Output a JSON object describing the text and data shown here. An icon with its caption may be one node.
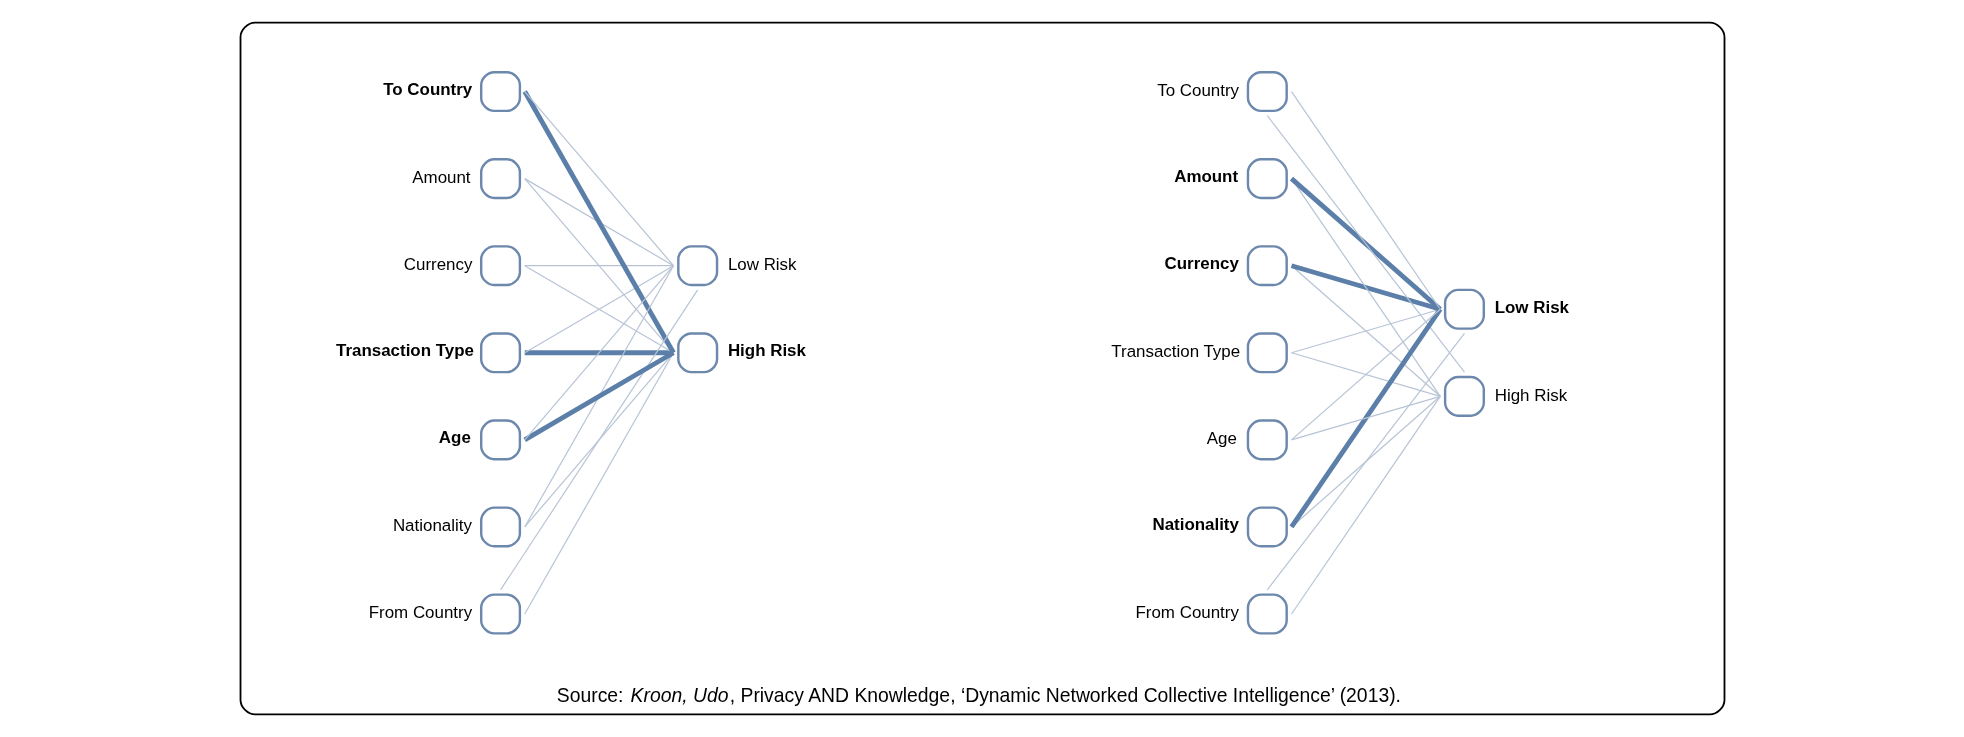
{
  "diagram": {
    "nodes": [
      {
        "text": [
          "Source: *Kroon, Udo*, Privacy AND Knowledge, ‘Dynamic Networked Collective Intelligence’ (2013)."
        ]
      },
      {
        "text": [],
        "shape": "circle",
        "beside": [
          "Transaction Type"
        ],
        "in": 0
      },
      {
        "text": [],
        "shape": "circle",
        "beside": [
          "Currency"
        ],
        "in": 0
      },
      {
        "text": [],
        "shape": "circle",
        "beside": [
          "Amount"
        ],
        "in": 0
      },
      {
        "text": [],
        "shape": "circle",
        "beside": [
          "To Country"
        ],
        "in": 0
      },
      {
        "text": [],
        "shape": "circle",
        "beside": [
          "From Country"
        ],
        "in": 0
      },
      {
        "text": [],
        "shape": "circle",
        "beside": [
          "Nationality"
        ],
        "in": 0
      },
      {
        "text": [],
        "shape": "circle",
        "beside": [
          "Age"
        ],
        "in": 0
      },
      {
        "text": [],
        "shape": "circle",
        "beside": [
          "High Risk"
        ],
        "in": 0
      },
      {
        "text": [],
        "shape": "circle",
        "beside": [
          "Low Risk"
        ],
        "in": 0
      },
      {
        "text": [],
        "shape": "circle",
        "beside": [
          "Transaction Type"
        ],
        "in": 0
      },
      {
        "text": [],
        "shape": "circle",
        "beside": [
          "Currency"
        ],
        "in": 0
      },
      {
        "text": [],
        "shape": "circle",
        "beside": [
          "Amount"
        ],
        "in": 0
      },
      {
        "text": [],
        "shape": "circle",
        "beside": [
          "To Country"
        ],
        "in": 0
      },
      {
        "text": [],
        "shape": "circle",
        "beside": [
          "From Country"
        ],
        "in": 0
      },
      {
        "text": [],
        "shape": "circle",
        "beside": [
          "Nationality"
        ],
        "in": 0
      },
      {
        "text": [],
        "shape": "circle",
        "beside": [
          "Age"
        ],
        "in": 0
      },
      {
        "text": [],
        "shape": "circle",
        "beside": [
          "High Risk"
        ],
        "in": 0
      },
      {
        "text": [],
        "shape": "circle",
        "beside": [
          "Low Risk"
        ],
        "in": 0
      }
    ],
    "edges": [
      {
        "from": 1,
        "to": 8,
        "arrow": "none",
        "style": "thick",
        "color": "#5b7fa8"
      },
      {
        "from": 1,
        "to": 9,
        "arrow": "none"
      },
      {
        "from": 2,
        "to": 8,
        "arrow": "none"
      },
      {
        "from": 2,
        "to": 9,
        "arrow": "none"
      },
      {
        "from": 3,
        "to": 8,
        "arrow": "none"
      },
      {
        "from": 3,
        "to": 9,
        "arrow": "none"
      },
      {
        "from": 4,
        "to": 8,
        "arrow": "none",
        "style": "thick",
        "color": "#5b7fa8"
      },
      {
        "from": 4,
        "to": 9,
        "arrow": "none"
      },
      {
        "from": 5,
        "to": 8,
        "arrow": "none"
      },
      {
        "from": 5,
        "to": 9,
        "arrow": "none"
      },
      {
        "from": 6,
        "to": 8,
        "arrow": "none"
      },
      {
        "from": 6,
        "to": 9,
        "arrow": "none"
      },
      {
        "from": 7,
        "to": 8,
        "arrow": "none",
        "style": "thick",
        "color": "#5b7fa8"
      },
      {
        "from": 7,
        "to": 9,
        "arrow": "none"
      },
      {
        "from": 10,
        "to": 17,
        "arrow": "none"
      },
      {
        "from": 10,
        "to": 18,
        "arrow": "none"
      },
      {
        "from": 11,
        "to": 17,
        "arrow": "none"
      },
      {
        "from": 11,
        "to": 18,
        "arrow": "none",
        "style": "thick",
        "color": "#5b7fa8"
      },
      {
        "from": 12,
        "to": 17,
        "arrow": "none"
      },
      {
        "from": 12,
        "to": 18,
        "arrow": "none",
        "style": "thick",
        "color": "#5b7fa8"
      },
      {
        "from": 13,
        "to": 17,
        "arrow": "none"
      },
      {
        "from": 13,
        "to": 18,
        "arrow": "none"
      },
      {
        "from": 14,
        "to": 17,
        "arrow": "none"
      },
      {
        "from": 14,
        "to": 18,
        "arrow": "none"
      },
      {
        "from": 15,
        "to": 17,
        "arrow": "none"
      },
      {
        "from": 15,
        "to": 18,
        "arrow": "none",
        "style": "thick",
        "color": "#5b7fa8"
      },
      {
        "from": 16,
        "to": 17,
        "arrow": "none"
      },
      {
        "from": 16,
        "to": 18,
        "arrow": "none"
      }
    ]
  }
}
